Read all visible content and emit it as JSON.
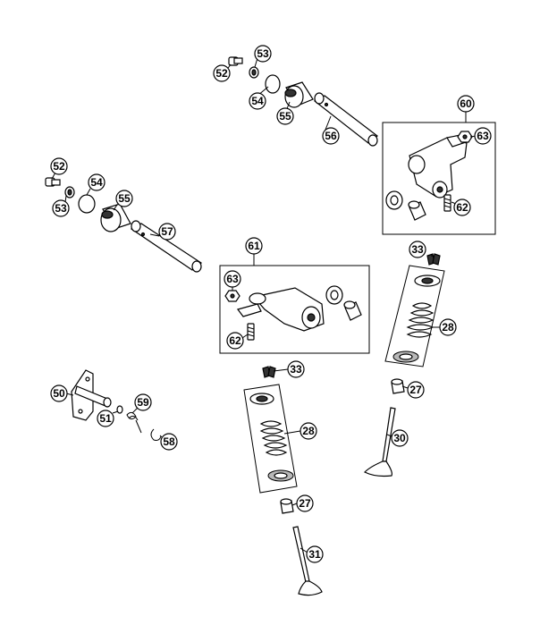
{
  "labels": [
    "52",
    "53",
    "54",
    "55",
    "56",
    "60",
    "63",
    "62",
    "52",
    "54",
    "53",
    "55",
    "57",
    "61",
    "63",
    "62",
    "33",
    "28",
    "27",
    "30",
    "33",
    "28",
    "27",
    "31",
    "50",
    "51",
    "59",
    "58"
  ],
  "colors": {
    "ink": "#000000",
    "background": "#ffffff",
    "shade": "#b8b8b8",
    "dark": "#333333"
  }
}
